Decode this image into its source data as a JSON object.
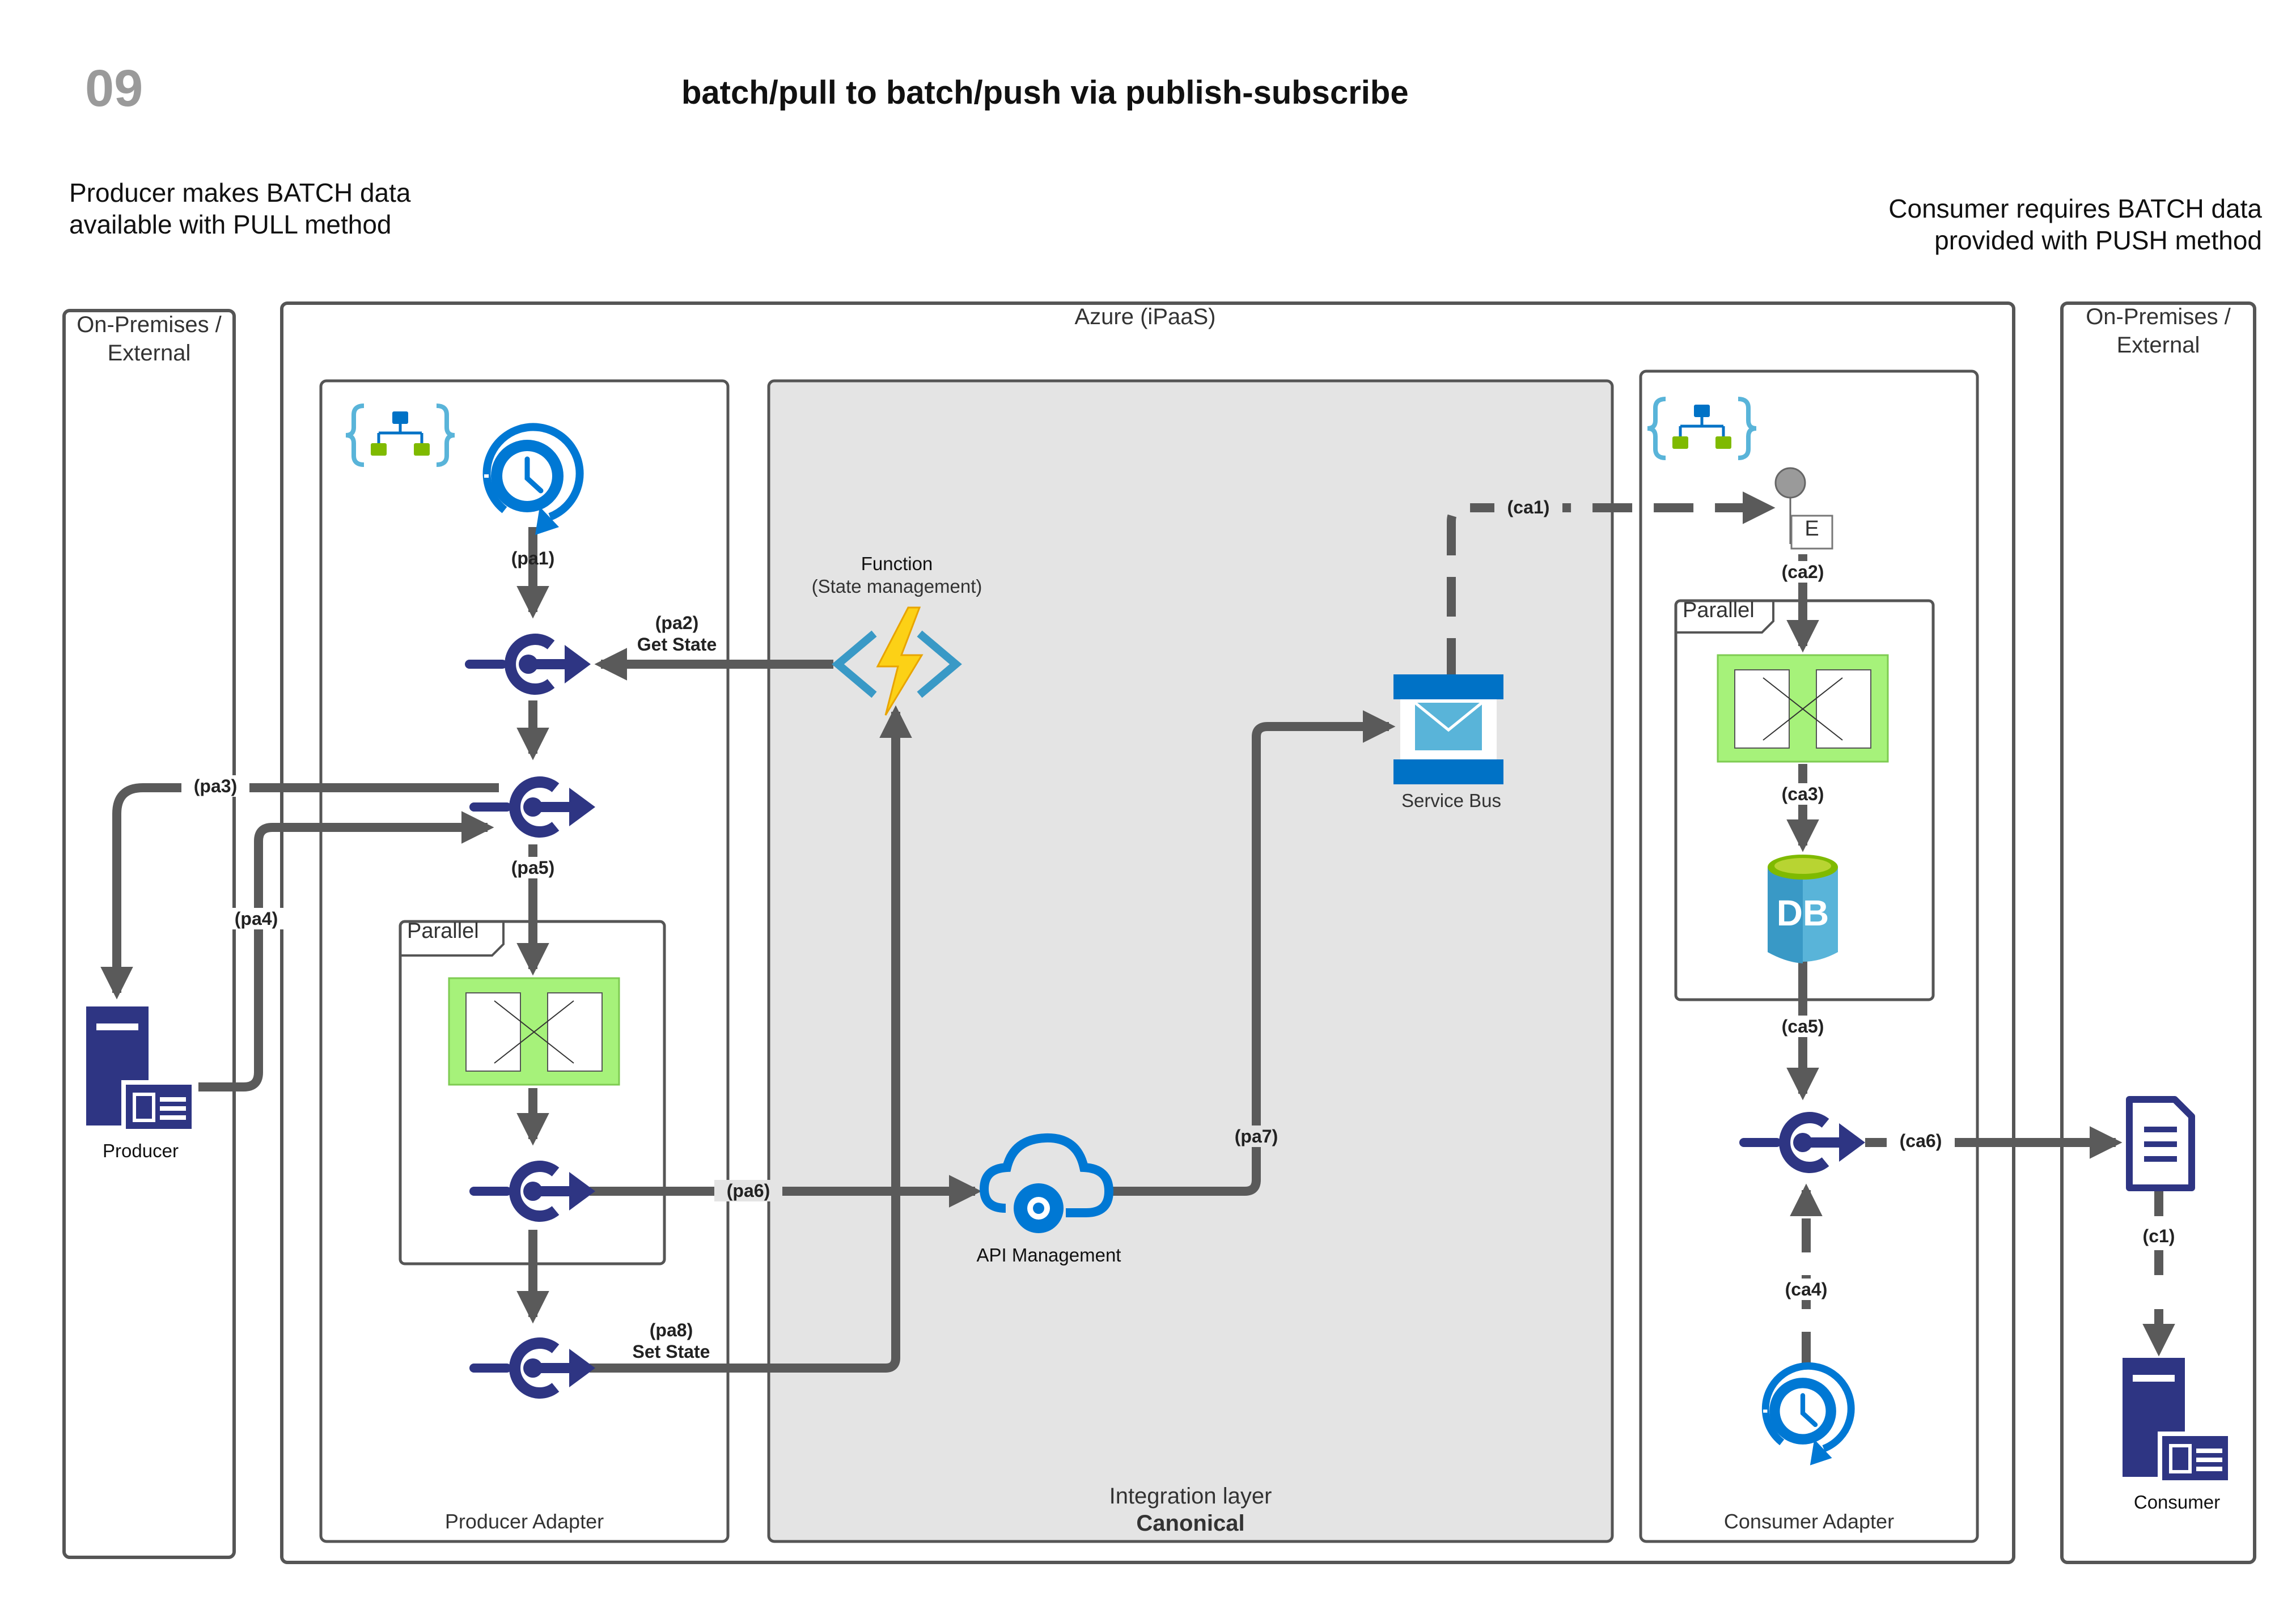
{
  "header": {
    "number": "09",
    "title": "batch/pull to batch/push via publish-subscribe"
  },
  "notes": {
    "producer": "Producer makes BATCH data\navailable with PULL method",
    "consumer": "Consumer requires BATCH data\nprovided with PUSH method"
  },
  "lanes": {
    "onprem_left": "On-Premises /\nExternal",
    "azure": "Azure (iPaaS)",
    "onprem_right": "On-Premises /\nExternal",
    "producer_adapter": "Producer Adapter",
    "integration_line1": "Integration layer",
    "integration_line2": "Canonical",
    "consumer_adapter": "Consumer Adapter"
  },
  "parallel": {
    "left": "Parallel",
    "right": "Parallel"
  },
  "nodes": {
    "producer": "Producer",
    "consumer": "Consumer",
    "function_title": "Function",
    "function_sub": "(State management)",
    "service_bus": "Service Bus",
    "api_management": "API Management",
    "event_marker": "E",
    "db": "DB"
  },
  "edges": {
    "pa1": "(pa1)",
    "pa2": "(pa2)\nGet State",
    "pa3": "(pa3)",
    "pa4": "(pa4)",
    "pa5": "(pa5)",
    "pa6": "(pa6)",
    "pa7": "(pa7)",
    "pa8": "(pa8)\nSet State",
    "ca1": "(ca1)",
    "ca2": "(ca2)",
    "ca3": "(ca3)",
    "ca4": "(ca4)",
    "ca5": "(ca5)",
    "ca6": "(ca6)",
    "c1": "(c1)"
  },
  "colors": {
    "navy": "#2e3583",
    "connector": "#5a5a5a",
    "azure_blue": "#0078d4",
    "light_blue": "#59b4d9",
    "green_fill": "#a6f27a",
    "gray_zone": "#e4e4e4",
    "lightning": "#fcd116"
  }
}
